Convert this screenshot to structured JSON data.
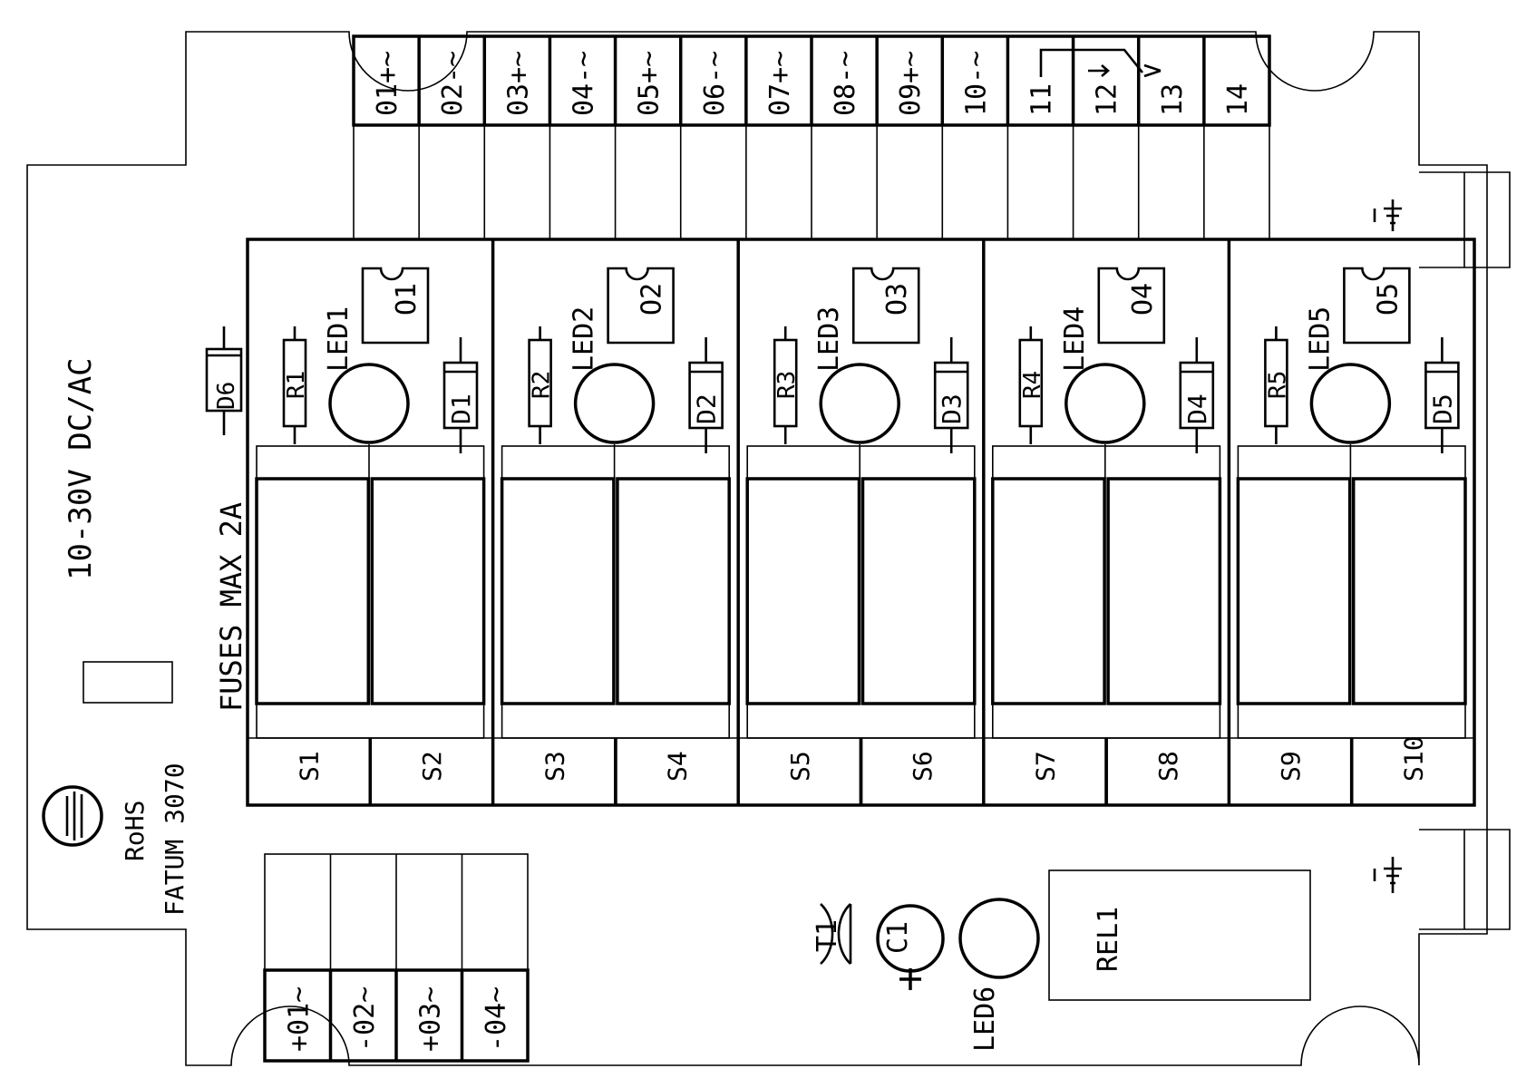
{
  "board_label": "10-30V DC/AC",
  "fuses_label": "FUSES MAX 2A",
  "rohs_label": "RoHS",
  "model_label": "FATUM 3070",
  "terminals_top": [
    "01+~",
    "02-~",
    "03+~",
    "04-~",
    "05+~",
    "06-~",
    "07+~",
    "08-~",
    "09+~",
    "10-~",
    "11",
    "12",
    "13",
    "14"
  ],
  "terminals_bottom": [
    "+01~",
    "-02~",
    "+03~",
    "-04~"
  ],
  "leds": [
    "LED1",
    "LED2",
    "LED3",
    "LED4",
    "LED5"
  ],
  "resistors": [
    "R1",
    "R2",
    "R3",
    "R4",
    "R5"
  ],
  "diodes": [
    "D1",
    "D2",
    "D3",
    "D4",
    "D5"
  ],
  "optos": [
    "O1",
    "O2",
    "O3",
    "O4",
    "O5"
  ],
  "fuses": [
    "S1",
    "S2",
    "S3",
    "S4",
    "S5",
    "S6",
    "S7",
    "S8",
    "S9",
    "S10"
  ],
  "d6_label": "D6",
  "t1_label": "T1",
  "c1_label": "C1",
  "led6_label": "LED6",
  "rel1_label": "REL1"
}
